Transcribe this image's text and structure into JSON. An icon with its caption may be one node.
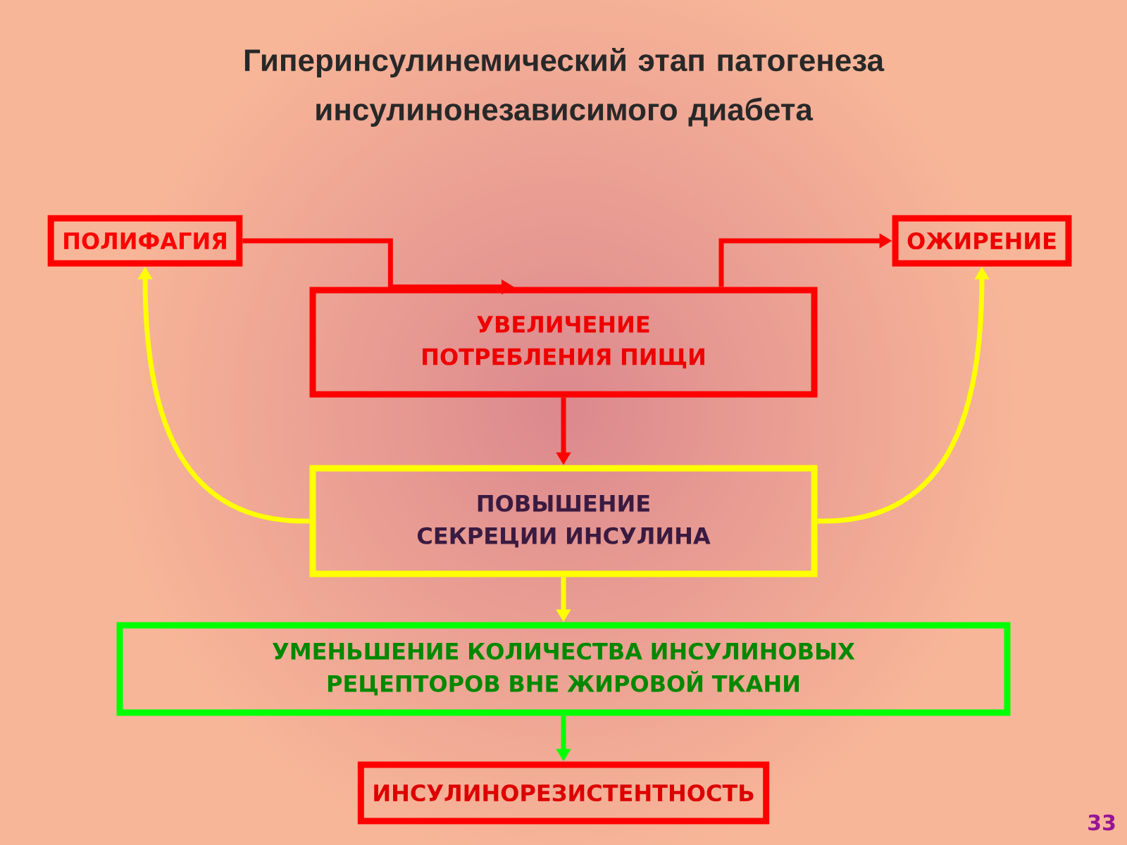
{
  "diagram": {
    "title": "Гиперинсулинемический этап патогенеза инсулинонезависимого диабета",
    "nodes": [
      {
        "text": [
          "ПОЛИФАГИЯ"
        ]
      },
      {
        "text": [
          "УВЕЛИЧЕНИЕ ПОТРЕБЛЕНИЯ ПИЩИ"
        ]
      },
      {
        "text": [
          "ОЖИРЕНИЕ"
        ]
      },
      {
        "text": [
          "ПОВЫШЕНИЕ СЕКРЕЦИИ ИНСУЛИНА"
        ]
      },
      {
        "text": [
          "УМЕНЬШЕНИЕ КОЛИЧЕСТВА ИНСУЛИНОВЫХ РЕЦЕПТОРОВ ВНЕ ЖИРОВОЙ ТКАНИ"
        ]
      },
      {
        "text": [
          "ИНСУЛИНОРЕЗИСТЕНТНОСТЬ"
        ]
      }
    ],
    "edges": [
      {
        "from": 0,
        "to": 1,
        "arrow": "to",
        "color": "#ff0000"
      },
      {
        "from": 1,
        "to": 2,
        "arrow": "to",
        "color": "#ff0000"
      },
      {
        "from": 1,
        "to": 3,
        "arrow": "to",
        "color": "#ff0000"
      },
      {
        "from": 3,
        "to": 0,
        "arrow": "to",
        "color": "#ffff00"
      },
      {
        "from": 3,
        "to": 2,
        "arrow": "to",
        "color": "#ffff00"
      },
      {
        "from": 3,
        "to": 4,
        "arrow": "to",
        "color": "#ffff00"
      },
      {
        "from": 4,
        "to": 5,
        "arrow": "to",
        "color": "#00ff00"
      }
    ],
    "labels": [
      "33"
    ]
  }
}
